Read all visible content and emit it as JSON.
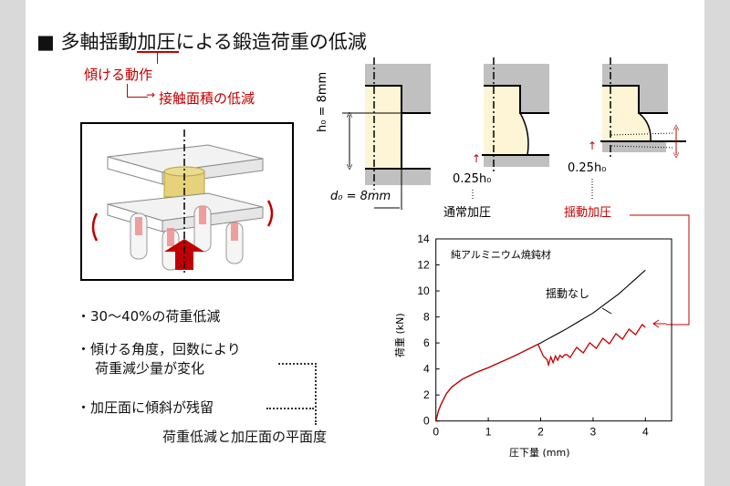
{
  "title": "■ 多軸揺動加圧による鍛造荷重の低減",
  "annotations": {
    "tilt": "傾ける動作",
    "contact": "接触面積の低減"
  },
  "bullets": [
    "・30～40%の荷重低減",
    "・傾ける角度，回数により",
    "荷重減少量が変化",
    "・加圧面に傾斜が残留"
  ],
  "conclusion": "荷重低減と加圧面の平面度",
  "dies": {
    "h0": "h₀ = 8mm",
    "d0": "d₀ = 8mm",
    "stroke_normal": "0.25h₀",
    "stroke_rocking": "0.25h₀",
    "label_normal": "通常加圧",
    "label_rocking": "揺動加圧"
  },
  "colors": {
    "accent": "#c00000",
    "die": "#bfbfbf",
    "billet": "#fdf5d6"
  },
  "chart_data": {
    "type": "line",
    "xlabel": "圧下量 (mm)",
    "ylabel": "荷重 (kN)",
    "xlim": [
      0,
      4.5
    ],
    "ylim": [
      0,
      14
    ],
    "xticks": [
      "0",
      "1",
      "2",
      "3",
      "4"
    ],
    "yticks": [
      "0",
      "2",
      "4",
      "6",
      "8",
      "10",
      "12",
      "14"
    ],
    "annotation": "純アルミニウム焼鈍材",
    "series": [
      {
        "name": "揺動なし",
        "color": "#000000",
        "x": [
          0,
          0.05,
          0.1,
          0.2,
          0.3,
          0.5,
          0.75,
          1,
          1.5,
          2,
          2.5,
          3,
          3.5,
          4
        ],
        "y": [
          0,
          0.8,
          1.3,
          2.1,
          2.6,
          3.2,
          3.7,
          4.1,
          5.0,
          6.0,
          7.1,
          8.3,
          9.8,
          11.6
        ]
      },
      {
        "name": "揺動加圧",
        "color": "#c00000",
        "x": [
          0,
          0.05,
          0.1,
          0.2,
          0.3,
          0.5,
          0.75,
          1,
          1.5,
          1.95,
          2.05,
          2.15,
          2.5,
          3,
          3.5,
          4
        ],
        "y": [
          0,
          0.8,
          1.3,
          2.1,
          2.6,
          3.2,
          3.7,
          4.1,
          5.0,
          5.9,
          5.0,
          4.6,
          5.1,
          5.8,
          6.5,
          7.2
        ],
        "oscillation_amplitude": 0.3
      }
    ]
  }
}
